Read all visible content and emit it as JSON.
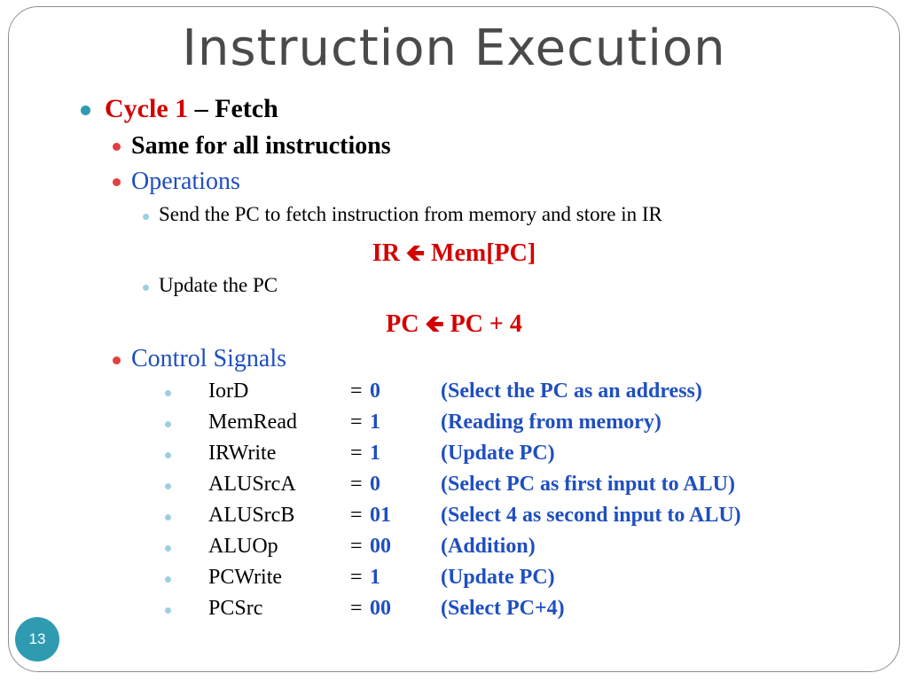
{
  "slide": {
    "title": "Instruction Execution",
    "cycle": {
      "label": "Cycle 1",
      "suffix": " – Fetch"
    },
    "same_for_all": "Same for all instructions",
    "operations": {
      "label": "Operations",
      "items": [
        "Send the PC to fetch instruction from memory and store in IR",
        "Update the PC"
      ],
      "formulas": [
        {
          "lhs": "IR",
          "arrow": "🡸",
          "rhs": "Mem[PC]"
        },
        {
          "lhs": "PC",
          "arrow": "🡸",
          "rhs": "PC + 4"
        }
      ]
    },
    "control_signals": {
      "label": "Control Signals",
      "rows": [
        {
          "name": "IorD",
          "eq": "=",
          "value": "0",
          "desc": "(Select the PC as an address)"
        },
        {
          "name": "MemRead",
          "eq": "=",
          "value": "1",
          "desc": "(Reading from memory)"
        },
        {
          "name": "IRWrite",
          "eq": "=",
          "value": "1",
          "desc": "(Update PC)"
        },
        {
          "name": "ALUSrcA",
          "eq": "=",
          "value": "0",
          "desc": "(Select PC as first input to ALU)"
        },
        {
          "name": "ALUSrcB",
          "eq": "=",
          "value": "01",
          "desc": "(Select 4 as second input to ALU)"
        },
        {
          "name": "ALUOp",
          "eq": "=",
          "value": "00",
          "desc": "(Addition)"
        },
        {
          "name": "PCWrite",
          "eq": "=",
          "value": "1",
          "desc": "(Update PC)"
        },
        {
          "name": "PCSrc",
          "eq": "=",
          "value": "00",
          "desc": "(Select PC+4)"
        }
      ]
    },
    "slide_number": "13"
  },
  "colors": {
    "title": "#4a4a4a",
    "accent_red": "#d40000",
    "accent_blue": "#1f4fbf",
    "bullet_teal": "#2f9bb1",
    "bullet_red": "#e33f3f",
    "bullet_light": "#9ccfe0"
  }
}
